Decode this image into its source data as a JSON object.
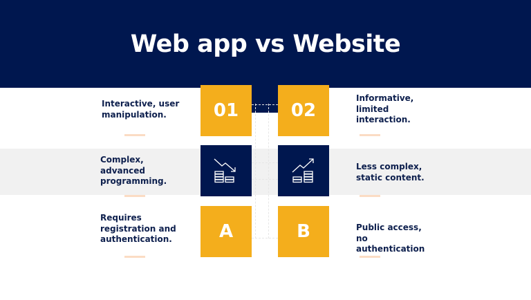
{
  "header": {
    "title": "Web app vs Website"
  },
  "left": {
    "badges": [
      "01",
      "",
      "A"
    ],
    "texts": [
      "Interactive, user manipulation.",
      "Complex, advanced programming.",
      "Requires registration and authentication."
    ],
    "icon": "chart-down-coins-icon"
  },
  "right": {
    "badges": [
      "02",
      "",
      "B"
    ],
    "texts": [
      "Informative, limited interaction.",
      "Less complex, static content.",
      "Public access, no authentication"
    ],
    "icon": "chart-up-coins-icon"
  },
  "colors": {
    "navy": "#00174f",
    "yellow": "#f4ae1c",
    "band": "#f1f1f1",
    "accent_line": "#fbdcc4"
  }
}
